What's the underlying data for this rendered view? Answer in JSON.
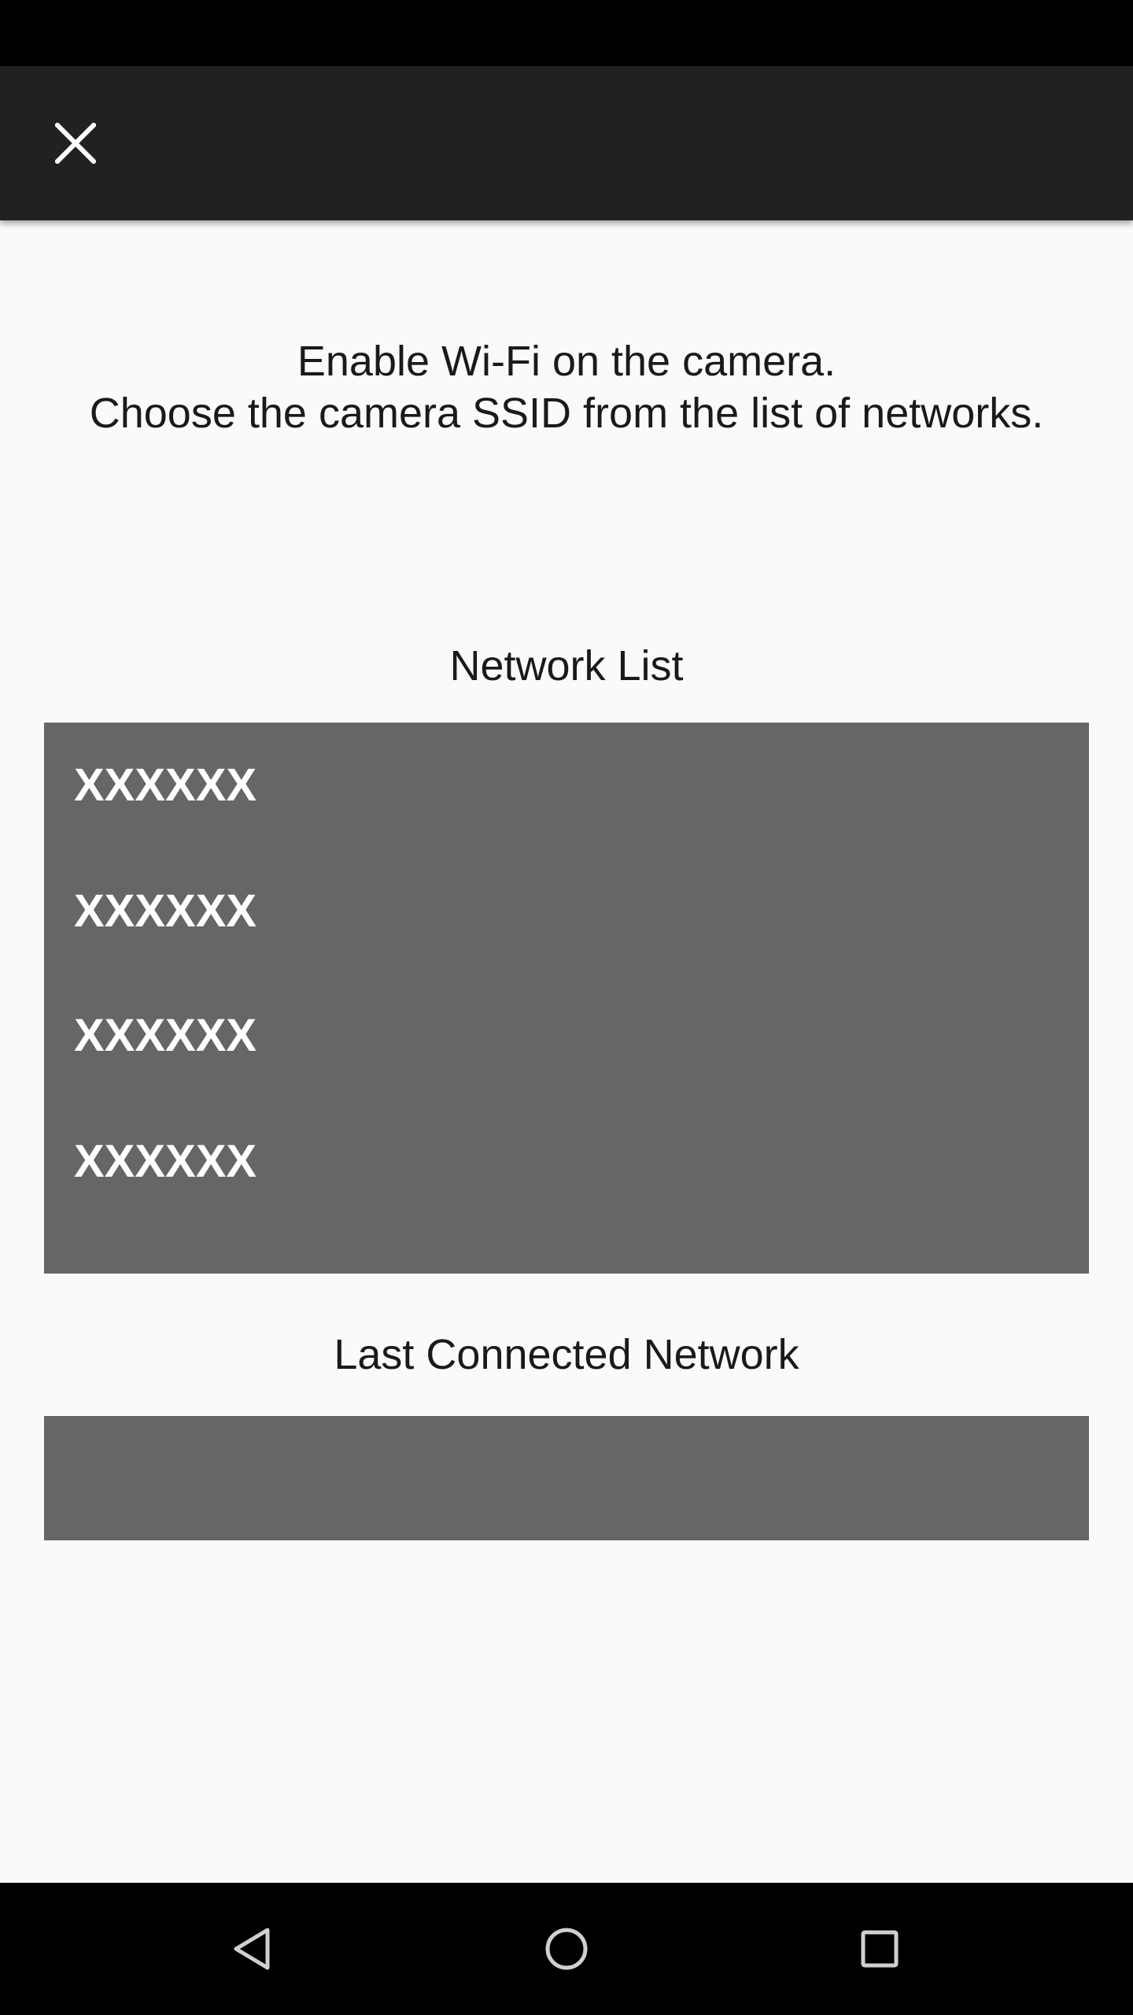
{
  "app_bar": {
    "close_icon": "close-icon"
  },
  "instructions": {
    "line1": "Enable Wi-Fi on the camera.",
    "line2": "Choose the camera SSID from the list of networks."
  },
  "network_list": {
    "title": "Network List",
    "items": [
      {
        "ssid": "XXXXXX"
      },
      {
        "ssid": "XXXXXX"
      },
      {
        "ssid": "XXXXXX"
      },
      {
        "ssid": "XXXXXX"
      }
    ]
  },
  "last_connected": {
    "title": "Last Connected Network",
    "ssid": ""
  },
  "nav_bar": {
    "back_icon": "back-triangle-icon",
    "home_icon": "home-circle-icon",
    "recents_icon": "recents-square-icon"
  },
  "colors": {
    "status_bar": "#000000",
    "app_bar": "#212121",
    "background": "#fafafa",
    "list_background": "#666666",
    "list_text": "#ffffff",
    "body_text": "#1a1a1a"
  }
}
